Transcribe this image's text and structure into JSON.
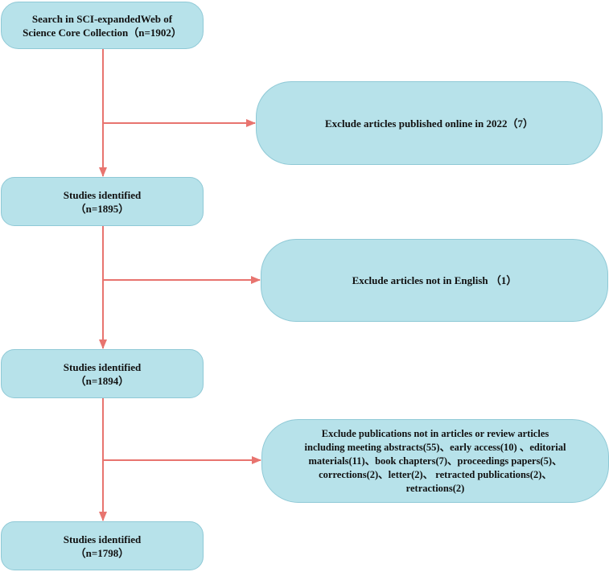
{
  "flow": {
    "search": {
      "line1": "Search in SCI-expandedWeb of",
      "line2": "Science Core Collection（n=1902）"
    },
    "steps": [
      {
        "title": "Studies identified",
        "count": "（n=1895）"
      },
      {
        "title": "Studies identified",
        "count": "（n=1894）"
      },
      {
        "title": "Studies identified",
        "count": "（n=1798）"
      }
    ],
    "exclusions": [
      {
        "lines": [
          "Exclude articles published online in 2022（7）"
        ]
      },
      {
        "lines": [
          "Exclude articles not in English （1）"
        ]
      },
      {
        "lines": [
          "Exclude publications not in articles or review articles",
          "including meeting abstracts(55)、early access(10) 、editorial",
          "materials(11)、book chapters(7)、proceedings papers(5)、",
          "corrections(2)、letter(2)、 retracted publications(2)、",
          "retractions(2)"
        ]
      }
    ]
  },
  "colors": {
    "box_fill": "#b7e2ea",
    "box_border": "#8fc9d6",
    "arrow": "#e8746f",
    "text": "#111111"
  }
}
